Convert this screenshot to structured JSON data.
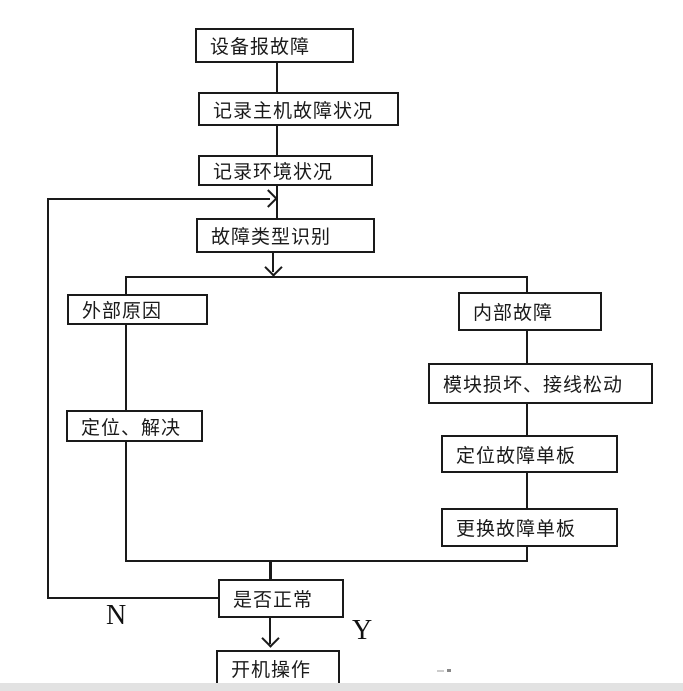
{
  "diagram": {
    "type": "flowchart",
    "title": "equipment-fault-handling-flow",
    "colors": {
      "background": "#ffffff",
      "line": "#1a1a1a",
      "box_fill": "#ffffff",
      "box_border": "#1a1a1a",
      "bottom_strip": "#e2e2e2"
    },
    "nodes": [
      {
        "id": "report",
        "label": "设备报故障"
      },
      {
        "id": "record-host",
        "label": "记录主机故障状况"
      },
      {
        "id": "record-env",
        "label": "记录环境状况"
      },
      {
        "id": "identify",
        "label": "故障类型识别"
      },
      {
        "id": "external",
        "label": "外部原因"
      },
      {
        "id": "internal",
        "label": "内部故障"
      },
      {
        "id": "module",
        "label": "模块损坏、接线松动"
      },
      {
        "id": "locate-solve",
        "label": "定位、解决"
      },
      {
        "id": "locate-board",
        "label": "定位故障单板"
      },
      {
        "id": "replace-board",
        "label": "更换故障单板"
      },
      {
        "id": "check-normal",
        "label": "是否正常"
      },
      {
        "id": "power-on",
        "label": "开机操作"
      }
    ],
    "branch_labels": {
      "no": "N",
      "yes": "Y"
    },
    "edges": [
      {
        "from": "report",
        "to": "record-host"
      },
      {
        "from": "record-host",
        "to": "record-env"
      },
      {
        "from": "record-env",
        "to": "identify"
      },
      {
        "from": "identify",
        "to": "external"
      },
      {
        "from": "identify",
        "to": "internal"
      },
      {
        "from": "external",
        "to": "locate-solve"
      },
      {
        "from": "internal",
        "to": "module"
      },
      {
        "from": "module",
        "to": "locate-board"
      },
      {
        "from": "locate-board",
        "to": "replace-board"
      },
      {
        "from": "locate-solve",
        "to": "check-normal"
      },
      {
        "from": "replace-board",
        "to": "check-normal"
      },
      {
        "from": "check-normal",
        "to": "power-on",
        "label": "Y"
      },
      {
        "from": "check-normal",
        "to": "identify",
        "label": "N"
      }
    ]
  }
}
